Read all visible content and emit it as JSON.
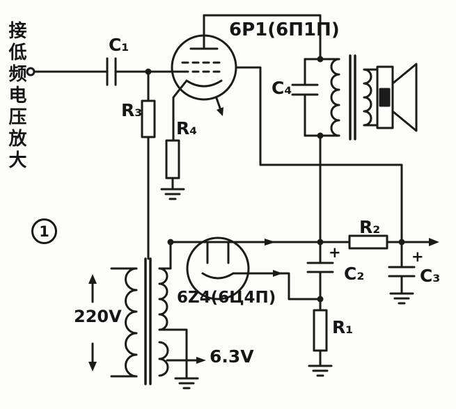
{
  "figure": {
    "number": "1",
    "input_note": "接低频电压放大"
  },
  "labels": {
    "c1": "C₁",
    "r3": "R₃",
    "r4": "R₄",
    "output_tube": "6P1(6П1П)",
    "c4": "C₄",
    "r2": "R₂",
    "c2": "C₂",
    "c2_polarity": "+",
    "c3": "C₃",
    "c3_polarity": "+",
    "r1": "R₁",
    "rectifier_tube": "6Z4(6Ц4П)",
    "mains": "220V",
    "heater": "6.3V"
  }
}
